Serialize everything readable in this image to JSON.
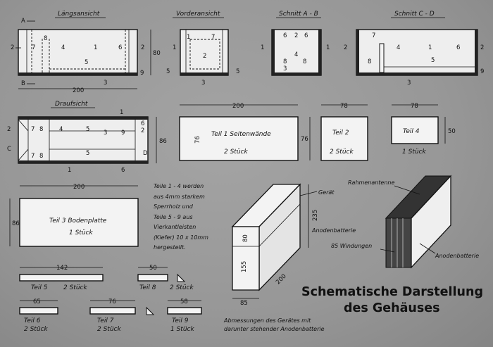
{
  "title_line1": "Schematische Darstellung",
  "title_line2": "des Gehäuses",
  "views": {
    "laengsansicht": "Längsansicht",
    "vorderansicht": "Vorderansicht",
    "schnitt_ab": "Schnitt A - B",
    "schnitt_cd": "Schnitt C - D",
    "draufsicht": "Draufsicht"
  },
  "markers": {
    "A": "A",
    "B": "B",
    "C": "C",
    "D": "D"
  },
  "dims": {
    "d200": "200",
    "d80": "80",
    "d78": "78",
    "d76": "76",
    "d50": "50",
    "d86": "86",
    "d142": "142",
    "d65": "65",
    "d58": "58",
    "d235": "235",
    "d155": "155",
    "d85": "85"
  },
  "parts": {
    "teil1_name": "Teil 1 Seitenwände",
    "teil1_qty": "2 Stück",
    "teil2_name": "Teil 2",
    "teil2_qty": "2 Stück",
    "teil4_name": "Teil 4",
    "teil4_qty": "1 Stück",
    "teil3_name": "Teil 3 Bodenplatte",
    "teil3_qty": "1 Stück",
    "teil5_name": "Teil 5",
    "teil5_qty": "2 Stück",
    "teil8_name": "Teil 8",
    "teil8_qty": "2 Stück",
    "teil6_name": "Teil 6",
    "teil6_qty": "2 Stück",
    "teil7_name": "Teil 7",
    "teil7_qty": "2 Stück",
    "teil9_name": "Teil 9",
    "teil9_qty": "1 Stück"
  },
  "note_lines": [
    "Teile 1 - 4 werden",
    "aus 4mm starkem",
    "Sperrholz und",
    "Teile 5 - 9 aus",
    "Vierkantleisten",
    "(Kiefer) 10 x 10mm",
    "hergestellt."
  ],
  "labels3d": {
    "geraet": "Gerät",
    "anodenbatterie": "Anodenbatterie",
    "rahmenantenne": "Rahmenantenne",
    "windungen": "85 Windungen",
    "anodenbatterie2": "Anodenbatterie"
  },
  "caption_line1": "Abmessungen des Gerätes mit",
  "caption_line2": "darunter stehender Anodenbatterie",
  "nums": {
    "n1": "1",
    "n2": "2",
    "n3": "3",
    "n4": "4",
    "n5": "5",
    "n6": "6",
    "n7": "7",
    "n8": "8",
    "n9": "9"
  }
}
